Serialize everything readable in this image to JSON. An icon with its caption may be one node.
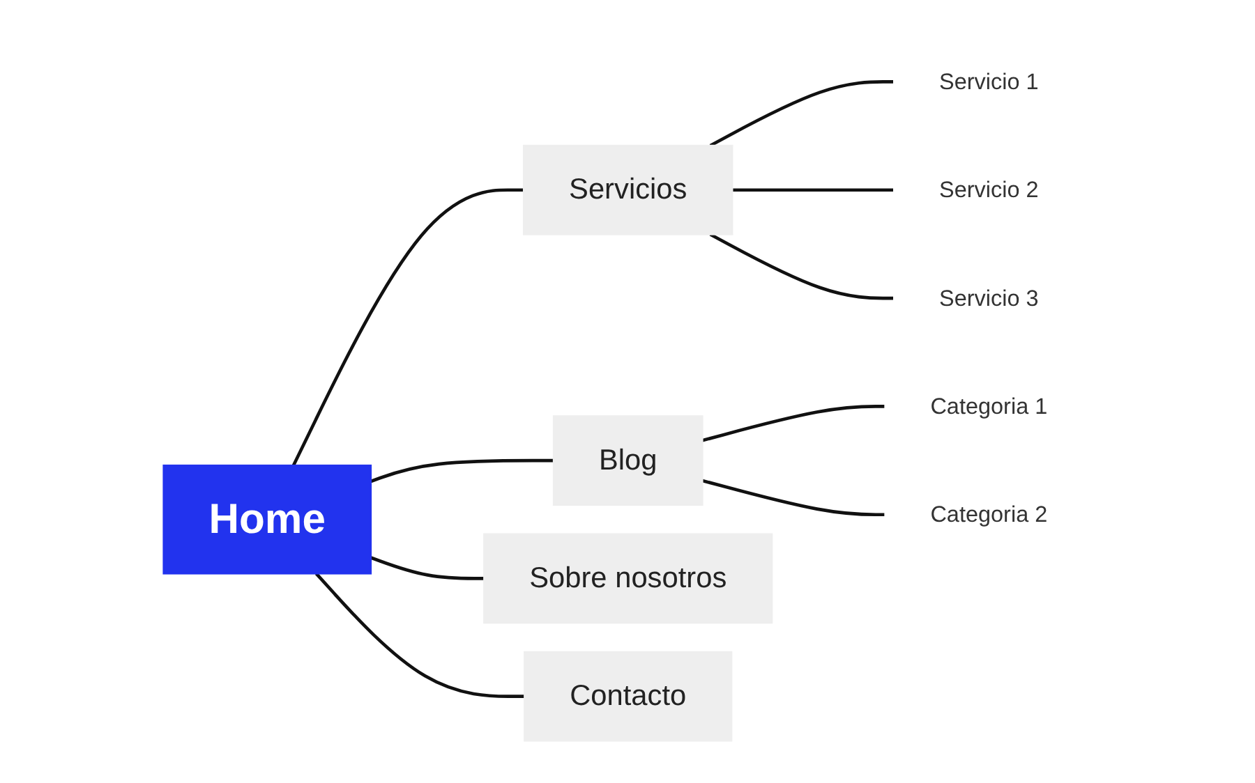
{
  "diagram": {
    "nodes": [
      {
        "text": [
          "Home"
        ]
      },
      {
        "text": [
          "Servicios"
        ]
      },
      {
        "text": [
          "Servicio 1"
        ]
      },
      {
        "text": [
          "Servicio 2"
        ]
      },
      {
        "text": [
          "Servicio 3"
        ]
      },
      {
        "text": [
          "Blog"
        ]
      },
      {
        "text": [
          "Categoria 1"
        ]
      },
      {
        "text": [
          "Categoria 2"
        ]
      },
      {
        "text": [
          "Sobre nosotros"
        ]
      },
      {
        "text": [
          "Contacto"
        ]
      }
    ],
    "edges": [
      {
        "from": 0,
        "to": 1,
        "arrow": "none"
      },
      {
        "from": 1,
        "to": 2,
        "arrow": "none"
      },
      {
        "from": 1,
        "to": 3,
        "arrow": "none"
      },
      {
        "from": 1,
        "to": 4,
        "arrow": "none"
      },
      {
        "from": 0,
        "to": 5,
        "arrow": "none"
      },
      {
        "from": 5,
        "to": 6,
        "arrow": "none"
      },
      {
        "from": 5,
        "to": 7,
        "arrow": "none"
      },
      {
        "from": 0,
        "to": 8,
        "arrow": "none"
      },
      {
        "from": 0,
        "to": 9,
        "arrow": "none"
      }
    ]
  }
}
